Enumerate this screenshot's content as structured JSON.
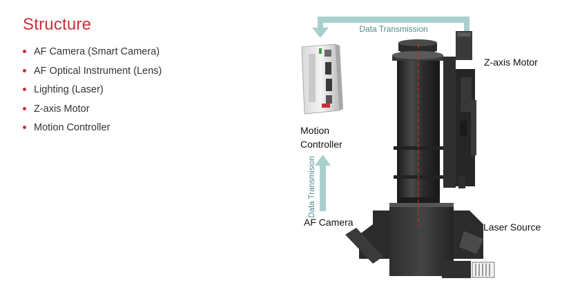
{
  "heading": "Structure",
  "bullets": [
    "AF Camera (Smart Camera)",
    "AF Optical Instrument (Lens)",
    "Lighting (Laser)",
    "Z-axis Motor",
    "Motion Controller"
  ],
  "diagram": {
    "top_arrow_label": "Data Transmission",
    "side_arrow_label": "Data Transmision",
    "labels": {
      "z_axis_motor": "Z-axis Motor",
      "motion_controller_line1": "Motion",
      "motion_controller_line2": "Controller",
      "af_camera": "AF Camera",
      "laser_source": "Laser Source"
    }
  },
  "colors": {
    "accent": "#c8303b",
    "arrow": "#a9cfcc",
    "arrow_text": "#4e8c8a",
    "body_dark": "#2a2a2a",
    "laser": "#d2262b"
  }
}
